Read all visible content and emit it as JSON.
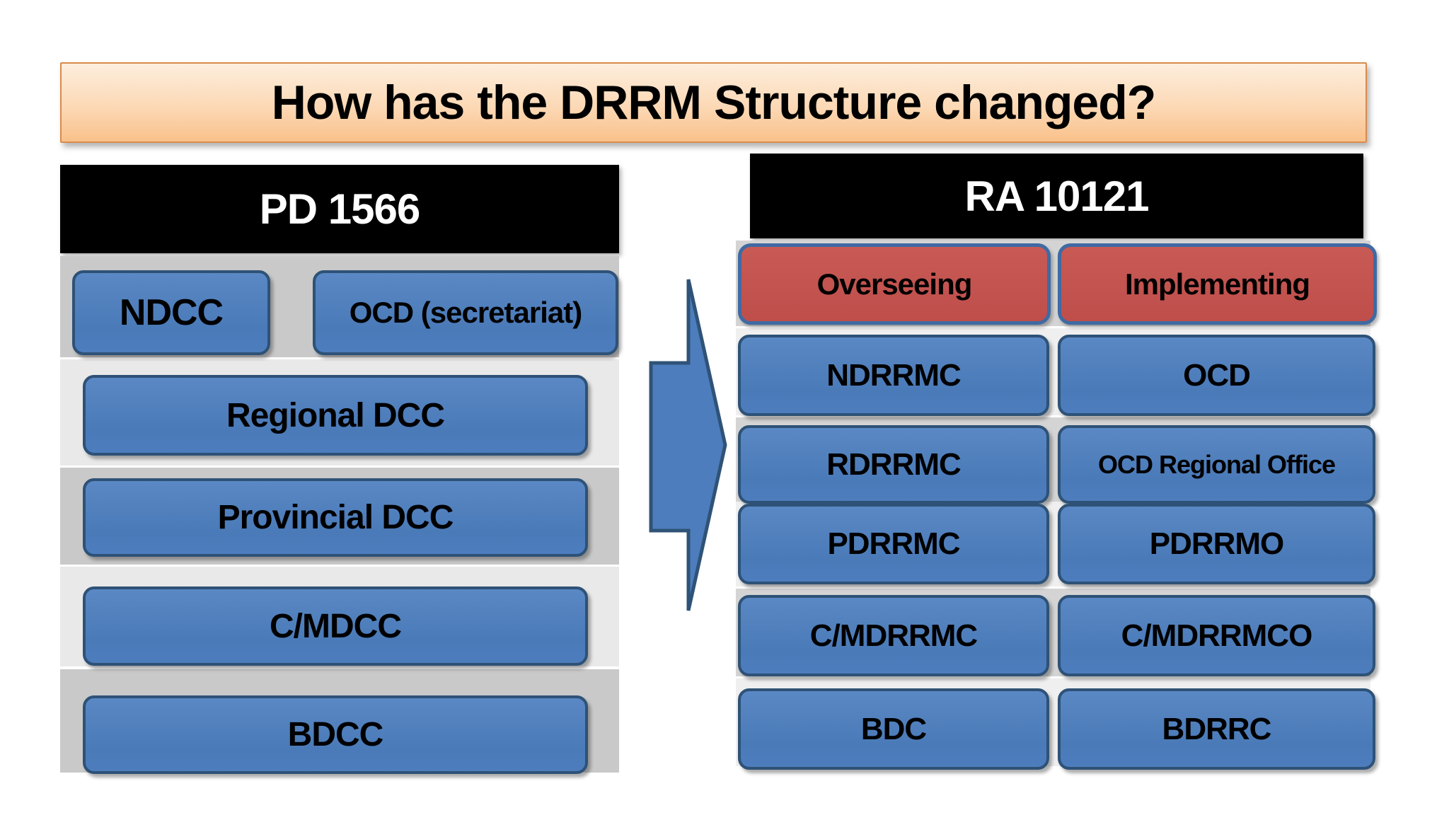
{
  "title": "How has the DRRM Structure changed?",
  "left_panel": {
    "header": "PD 1566",
    "rows": [
      {
        "boxes": [
          "NDCC",
          "OCD (secretariat)"
        ]
      },
      {
        "boxes": [
          "Regional DCC"
        ]
      },
      {
        "boxes": [
          "Provincial DCC"
        ]
      },
      {
        "boxes": [
          "C/MDCC"
        ]
      },
      {
        "boxes": [
          "BDCC"
        ]
      }
    ]
  },
  "arrow": {
    "direction": "right"
  },
  "right_panel": {
    "header": "RA 10121",
    "roles": [
      "Overseeing",
      "Implementing"
    ],
    "rows": [
      {
        "overseeing": "NDRRMC",
        "implementing": "OCD"
      },
      {
        "overseeing": "RDRRMC",
        "implementing": "OCD Regional Office"
      },
      {
        "overseeing": "PDRRMC",
        "implementing": "PDRRMO"
      },
      {
        "overseeing": "C/MDRRMC",
        "implementing": "C/MDRRMCO"
      },
      {
        "overseeing": "BDC",
        "implementing": "BDRRC"
      }
    ]
  },
  "colors": {
    "title_gradient_top": "#fdeedd",
    "title_gradient_bottom": "#f9c18a",
    "title_border": "#d98b4e",
    "header_bg": "#000000",
    "header_text": "#ffffff",
    "box_blue": "#4d7dbd",
    "box_blue_border": "#2e5277",
    "box_red": "#c4524e",
    "box_red_border": "#3f6aa3",
    "band_dark": "#c9c9c9",
    "band_light": "#e9e9e9",
    "arrow_fill": "#4d7dbd",
    "arrow_border": "#2f5377"
  }
}
